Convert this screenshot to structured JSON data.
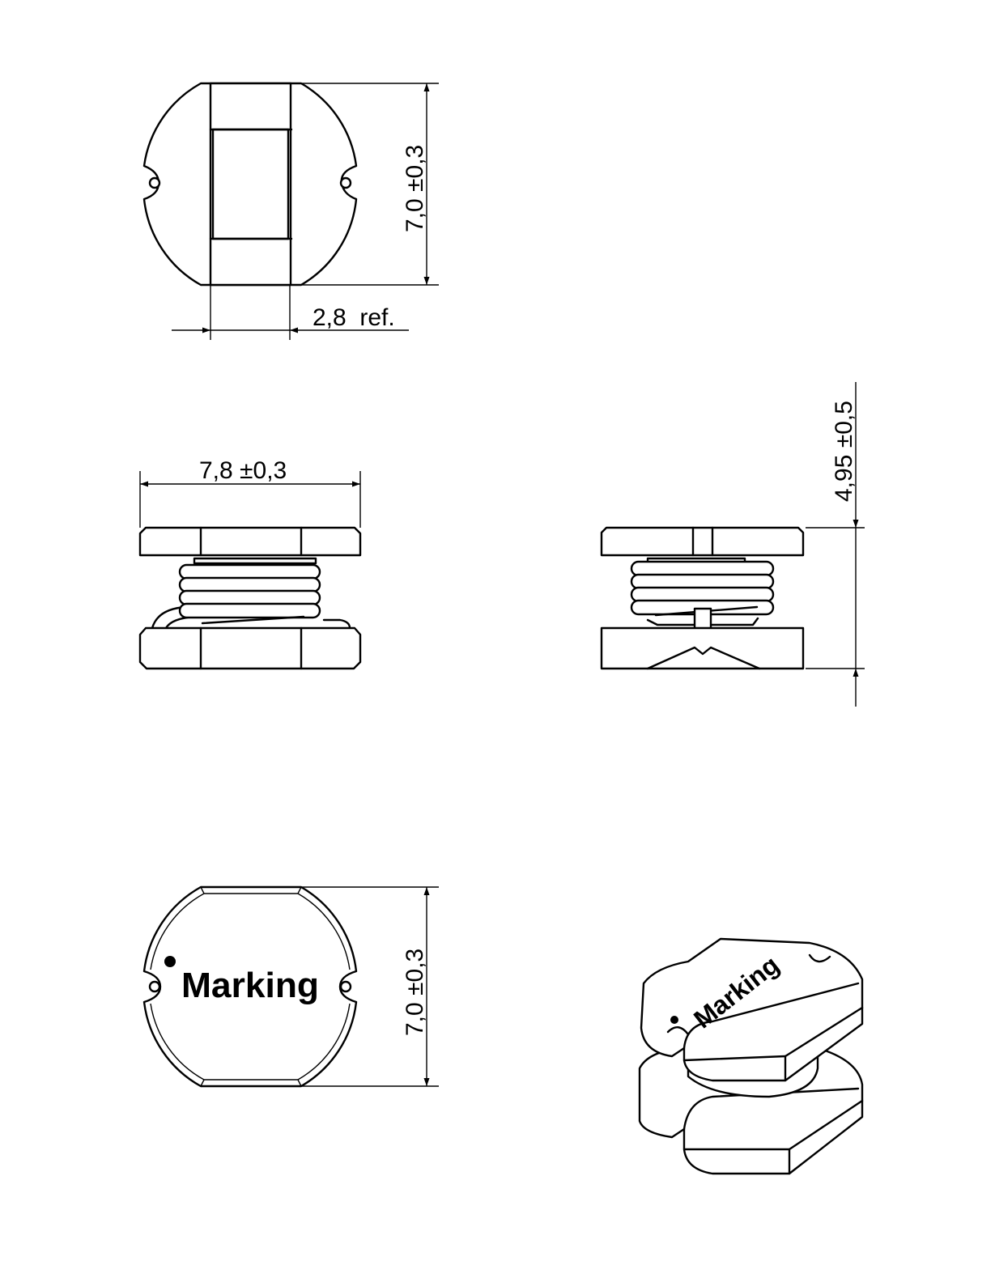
{
  "dimensions": {
    "top_view_height": "7,0 ±0,3",
    "core_width": "2,8  ref.",
    "side_width": "7,8 ±0,3",
    "total_height": "4,95 ±0,5",
    "bottom_view_height": "7,0 ±0,3"
  },
  "labels": {
    "marking_top": "Marking",
    "marking_3d": "Marking"
  },
  "colors": {
    "line": "#000000",
    "background": "#ffffff"
  }
}
